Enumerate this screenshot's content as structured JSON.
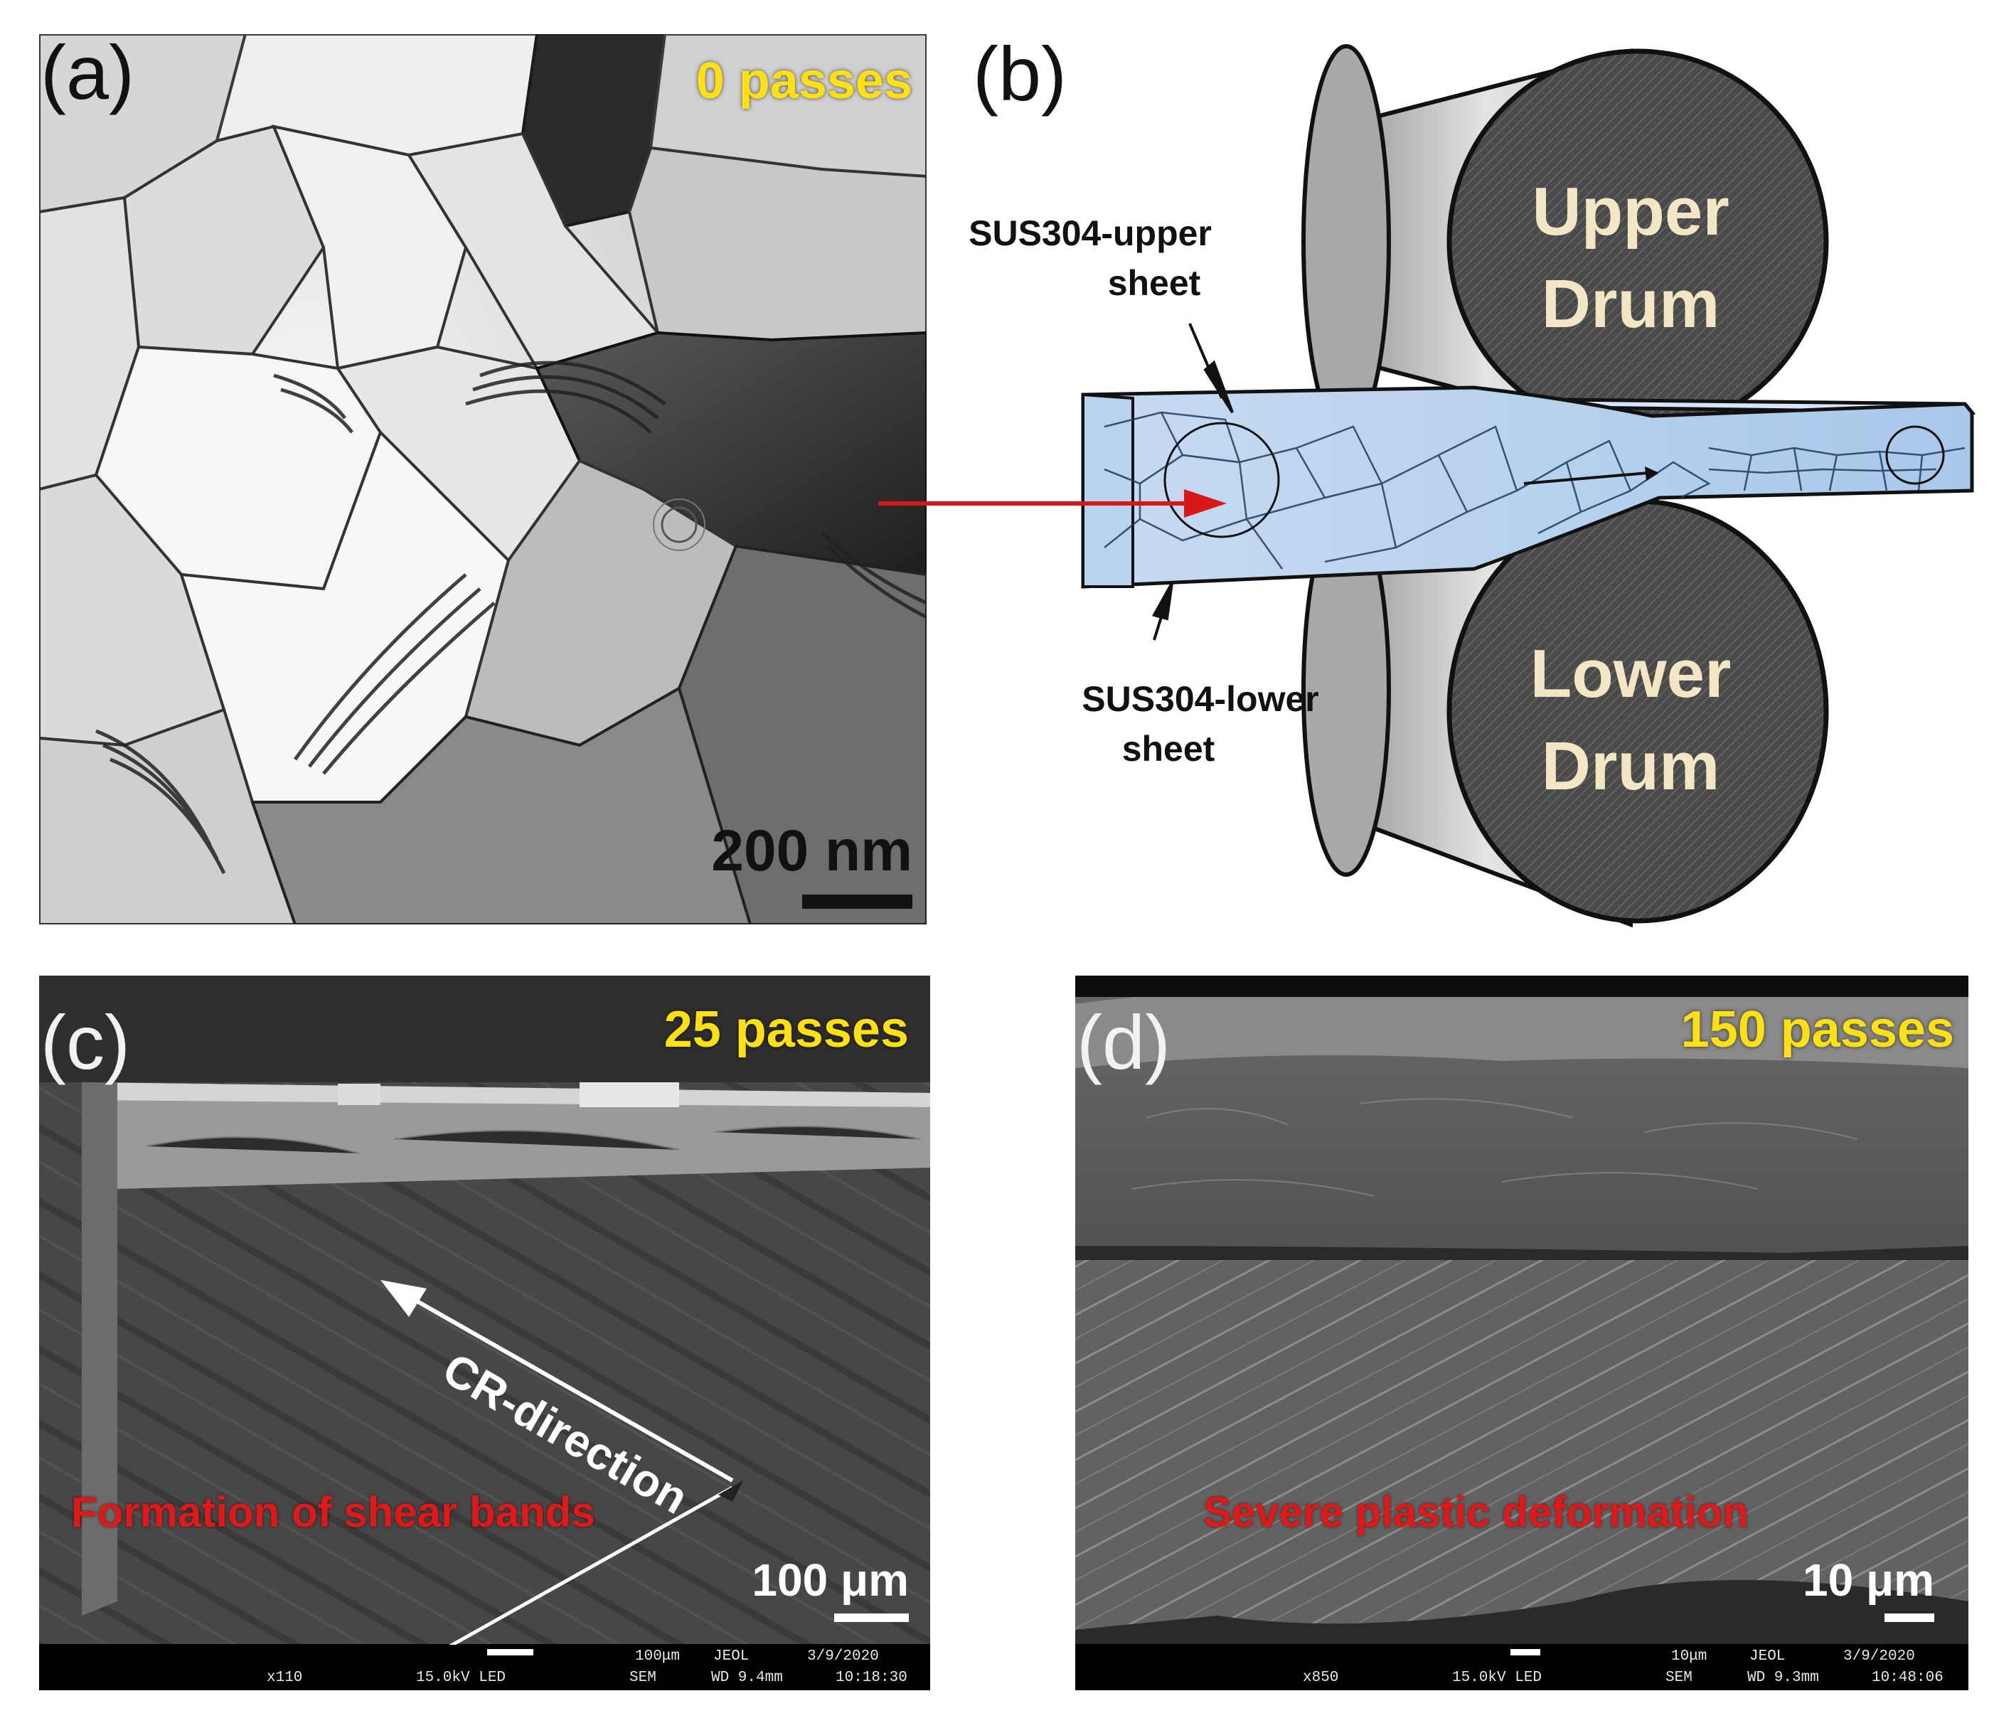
{
  "panel_a": {
    "label": "(a)",
    "passes": "0 passes",
    "scale_bar": "200 nm"
  },
  "panel_b": {
    "label": "(b)",
    "upper_sheet_label": [
      "SUS304-upper",
      "sheet"
    ],
    "lower_sheet_label": [
      "SUS304-lower",
      "sheet"
    ],
    "upper_drum": [
      "Upper",
      "Drum"
    ],
    "lower_drum": [
      "Lower",
      "Drum"
    ]
  },
  "panel_c": {
    "label": "(c)",
    "passes": "25 passes",
    "arrow_label": "CR-direction",
    "caption": "Formation of shear bands",
    "scale_bar": "100 μm",
    "sem_bar": {
      "top_scale": "100μm",
      "brand": "JEOL",
      "date": "3/9/2020",
      "mag": "x110",
      "voltage": "15.0kV LED",
      "mode": "SEM",
      "wd": "WD 9.4mm",
      "time": "10:18:30"
    }
  },
  "panel_d": {
    "label": "(d)",
    "passes": "150 passes",
    "caption": "Severe plastic deformation",
    "scale_bar": "10 μm",
    "sem_bar": {
      "top_scale": "10μm",
      "brand": "JEOL",
      "date": "3/9/2020",
      "mag": "x850",
      "voltage": "15.0kV LED",
      "mode": "SEM",
      "wd": "WD 9.3mm",
      "time": "10:48:06"
    }
  },
  "colors": {
    "passes_text": "#ffe012",
    "caption_text": "#e01818",
    "sheet_blue": "#a9c7ea",
    "drum_face": "#4a4a4a",
    "drum_label": "#f3e6c4",
    "link_arrow": "#d81818"
  }
}
